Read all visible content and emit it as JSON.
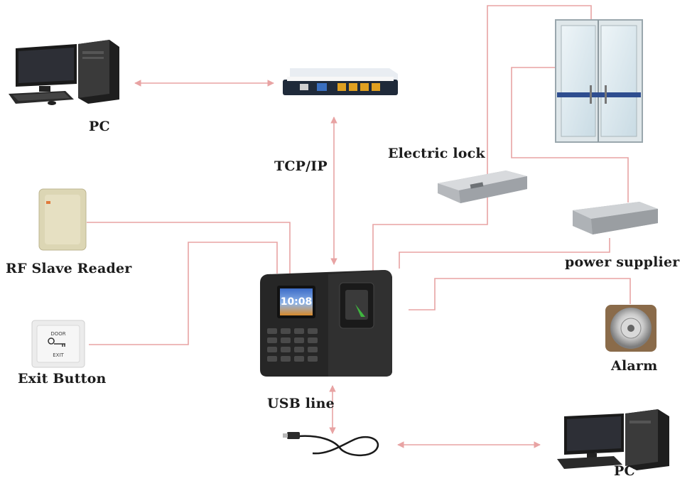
{
  "labels": {
    "pc_top": "PC",
    "tcp_ip": "TCP/IP",
    "electric_lock": "Electric lock",
    "rf_slave_reader": "RF Slave Reader",
    "power_supplier": "power supplier",
    "exit_button": "Exit Button",
    "alarm": "Alarm",
    "usb_line": "USB line",
    "pc_bottom": "PC"
  },
  "devices": {
    "terminal_clock": "10:08",
    "exit_button_top_text": "DOOR",
    "exit_button_bottom_text": "EXIT"
  },
  "colors": {
    "connection_line": "#e8a3a3",
    "device_dark": "#2a2a2a",
    "background": "#ffffff"
  }
}
